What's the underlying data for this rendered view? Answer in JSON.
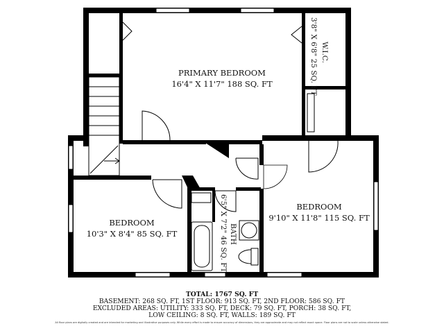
{
  "rooms": {
    "primary_bedroom": {
      "name": "PRIMARY BEDROOM",
      "dims": "16'4\" X 11'7\" 188 SQ. FT"
    },
    "wic": {
      "name": "W.I.C.",
      "dims": "3'8\" X 6'8\" 25 SQ. FT"
    },
    "bedroom_right": {
      "name": "BEDROOM",
      "dims": "9'10\" X 11'8\" 115 SQ. FT"
    },
    "bedroom_left": {
      "name": "BEDROOM",
      "dims": "10'3\" X 8'4\" 85 SQ. FT"
    },
    "bath": {
      "name": "BATH",
      "dims": "6'5\" X 7'2\" 46 SQ. FT"
    }
  },
  "summary": {
    "total": "TOTAL: 1767 SQ. FT",
    "line1": "BASEMENT: 268 SQ. FT, 1ST FLOOR: 913 SQ. FT, 2ND FLOOR: 586 SQ. FT",
    "line2": "EXCLUDED AREAS: UTILITY: 333 SQ. FT, DECK: 79 SQ. FT, PORCH: 38 SQ. FT,",
    "line3": "LOW CEILING: 8 SQ. FT, WALLS: 189 SQ. FT"
  },
  "disclaimer": "All floor plans are digitally created and are intended for marketing and illustrative purposes only. While every effort is made to ensure accuracy of dimensions, they are approximate and may not reflect exact space. Floor plans are not to scale unless otherwise stated.",
  "colors": {
    "wall": "#000000",
    "background": "#ffffff"
  }
}
